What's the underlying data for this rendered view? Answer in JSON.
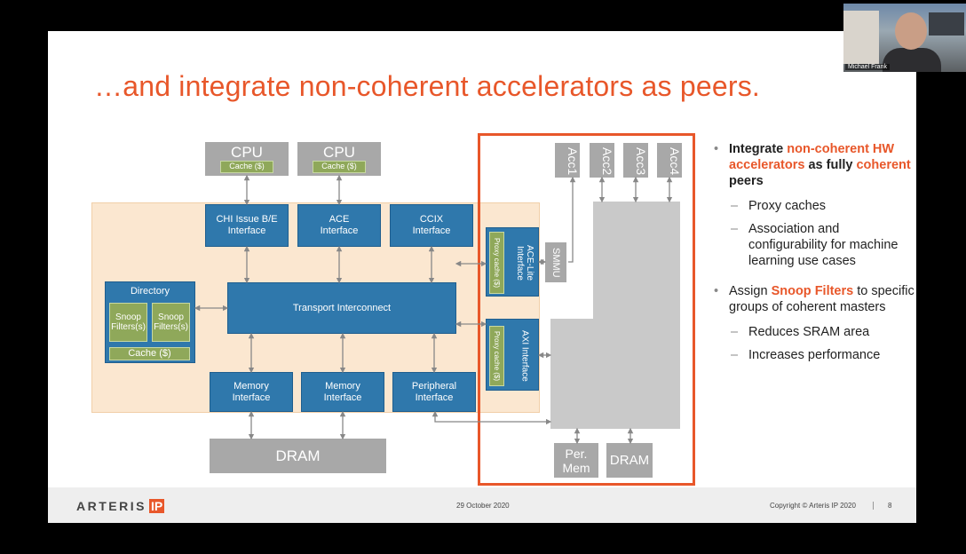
{
  "slide": {
    "title": "…and integrate non-coherent accelerators as peers."
  },
  "diagram": {
    "cpus": [
      {
        "label": "CPU",
        "cache": "Cache ($)"
      },
      {
        "label": "CPU",
        "cache": "Cache ($)"
      }
    ],
    "interfaces_top": [
      {
        "label": "CHI Issue B/E Interface"
      },
      {
        "label": "ACE Interface"
      },
      {
        "label": "CCIX Interface"
      }
    ],
    "directory": {
      "label": "Directory",
      "snoop1": "Snoop Filters(s)",
      "snoop2": "Snoop Filters(s)",
      "cache": "Cache ($)"
    },
    "transport": "Transport Interconnect",
    "interfaces_bottom": [
      {
        "label": "Memory Interface"
      },
      {
        "label": "Memory Interface"
      },
      {
        "label": "Peripheral Interface"
      }
    ],
    "dram_main": "DRAM",
    "ace_lite": {
      "label": "ACE-Lite Interface",
      "proxy": "Proxy cache ($)"
    },
    "axi": {
      "label": "AXI Interface",
      "proxy": "Proxy cache ($)"
    },
    "smmu": "SMMU",
    "accs": [
      "Acc1",
      "Acc2",
      "Acc3",
      "Acc4"
    ],
    "per_mem": "Per. Mem",
    "dram_acc": "DRAM"
  },
  "bullets": {
    "b1_part1": "Integrate ",
    "b1_hl": "non-coherent HW accelerators",
    "b1_part2": " as fully ",
    "b1_hl2": "coherent",
    "b1_part3": " peers",
    "sub1": "Proxy caches",
    "sub2": "Association and configurability for machine learning use cases",
    "b2_part1": "Assign ",
    "b2_hl": "Snoop Filters",
    "b2_part2": " to specific groups of coherent masters",
    "sub3": "Reduces SRAM area",
    "sub4": "Increases performance"
  },
  "footer": {
    "logo": "ARTERIS",
    "logo_ip": "IP",
    "date": "29 October 2020",
    "copyright": "Copyright © Arteris IP 2020",
    "page": "8"
  },
  "webcam": {
    "name": "Michael Frank"
  },
  "colors": {
    "accent": "#e8572a",
    "blue": "#2f78ac",
    "green": "#8fa85a",
    "gray": "#a8a8a8",
    "peach": "#fbe7d0"
  }
}
